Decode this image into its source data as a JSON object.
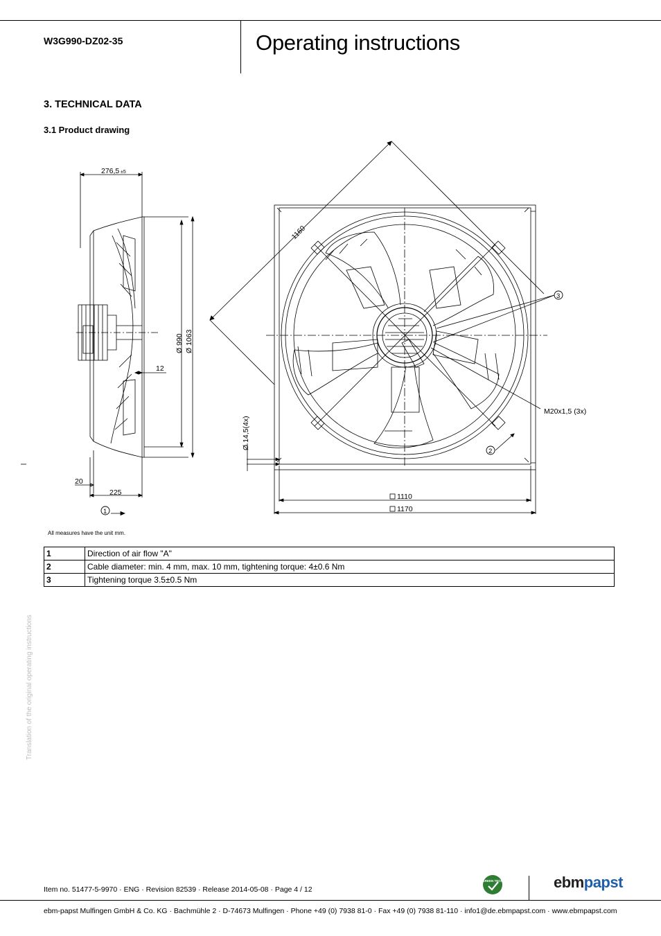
{
  "header": {
    "model": "W3G990-DZ02-35",
    "title": "Operating instructions"
  },
  "section": {
    "heading": "3. TECHNICAL DATA",
    "subheading": "3.1 Product drawing"
  },
  "drawing": {
    "dimensions": {
      "depth": "276,5",
      "depth_tol": "±5",
      "dia_990": "Ø 990",
      "dia_1063": "Ø 1063",
      "dim_12": "12",
      "dim_20": "20",
      "dim_225": "225",
      "diag_1160": "1160",
      "hole_dia": "Ø 14,5(4x)",
      "thread": "M20x1,5 (3x)",
      "sq_1110": "1110",
      "sq_1170": "1170"
    },
    "callouts": [
      "1",
      "2",
      "3"
    ],
    "measures_note": "All measures have the unit mm."
  },
  "legend": [
    {
      "num": "1",
      "text": "Direction of air flow \"A\""
    },
    {
      "num": "2",
      "text": "Cable diameter: min. 4 mm, max. 10 mm, tightening torque: 4±0.6 Nm"
    },
    {
      "num": "3",
      "text": "Tightening torque 3.5±0.5 Nm"
    }
  ],
  "side_note": "Translation of the original operating instructions",
  "footer": {
    "item_line": "Item no. 51477-5-9970 · ENG · Revision 82539 · Release 2014-05-08 · Page 4 / 12",
    "company_line": "ebm-papst Mulfingen GmbH & Co. KG · Bachmühle 2 · D-74673 Mulfingen · Phone +49 (0) 7938 81-0 · Fax +49 (0) 7938 81-110 · info1@de.ebmpapst.com · www.ebmpapst.com",
    "logo_part1": "ebm",
    "logo_part2": "papst",
    "badge_text": "GREEN TECH"
  },
  "colors": {
    "logo_blue": "#1f5ea8",
    "badge_green": "#2e7d32",
    "side_note_gray": "#bdbdbd"
  }
}
